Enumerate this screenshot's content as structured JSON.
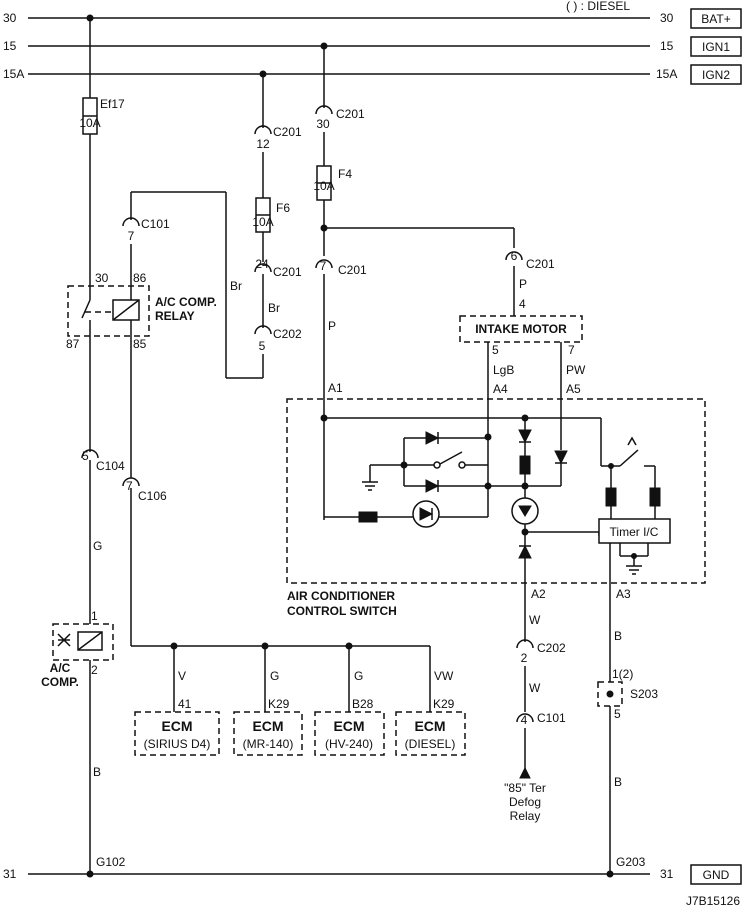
{
  "legend": {
    "diesel_note": "( ) : DIESEL"
  },
  "diagram_id": "J7B15126",
  "rails": [
    {
      "left": "30",
      "right": "30",
      "label": "BAT+"
    },
    {
      "left": "15",
      "right": "15",
      "label": "IGN1"
    },
    {
      "left": "15A",
      "right": "15A",
      "label": "IGN2"
    },
    {
      "left": "31",
      "right": "31",
      "label": "GND"
    }
  ],
  "fuses": {
    "ef17": {
      "name": "Ef17",
      "rating": "10A"
    },
    "f4": {
      "name": "F4",
      "rating": "10A"
    },
    "f6": {
      "name": "F6",
      "rating": "10A"
    }
  },
  "connectors": {
    "c201_30": {
      "pin": "30",
      "name": "C201"
    },
    "c201_12": {
      "pin": "12",
      "name": "C201"
    },
    "c201_24": {
      "pin": "24",
      "name": "C201"
    },
    "c201_7": {
      "pin": "7",
      "name": "C201"
    },
    "c201_6": {
      "pin": "6",
      "name": "C201"
    },
    "c202_5": {
      "pin": "5",
      "name": "C202"
    },
    "c202_2": {
      "pin": "2",
      "name": "C202"
    },
    "c101_7": {
      "pin": "7",
      "name": "C101"
    },
    "c101_4": {
      "pin": "4",
      "name": "C101"
    },
    "c104_5": {
      "pin": "5",
      "name": "C104"
    },
    "c106_7": {
      "pin": "7",
      "name": "C106"
    }
  },
  "relay": {
    "title_line1": "A/C COMP.",
    "title_line2": "RELAY",
    "pin30": "30",
    "pin86": "86",
    "pin87": "87",
    "pin85": "85"
  },
  "compressor": {
    "title_line1": "A/C",
    "title_line2": "COMP.",
    "pin1": "1",
    "pin2": "2"
  },
  "intake_motor": {
    "title": "INTAKE MOTOR",
    "pin4": "4",
    "pin5": "5",
    "pin7": "7"
  },
  "ac_switch": {
    "title_line1": "AIR CONDITIONER",
    "title_line2": "CONTROL SWITCH",
    "timer": "Timer I/C",
    "pins": {
      "a1": "A1",
      "a4": "A4",
      "a5": "A5",
      "a2": "A2",
      "a3": "A3"
    }
  },
  "splice": {
    "name": "S203",
    "pin_top": "1(2)",
    "pin_bottom": "5"
  },
  "grounds": {
    "left": "G102",
    "right": "G203"
  },
  "wires": {
    "br1": "Br",
    "br2": "Br",
    "p1": "P",
    "p2": "P",
    "lgb": "LgB",
    "pw": "PW",
    "g": "G",
    "b1": "B",
    "b2": "B",
    "b3": "B",
    "w1": "W",
    "w2": "W",
    "ecm_v": "V",
    "ecm_g1": "G",
    "ecm_g2": "G",
    "ecm_vw": "VW"
  },
  "ecms": [
    {
      "label": "ECM",
      "variant": "(SIRIUS D4)",
      "pin": "41"
    },
    {
      "label": "ECM",
      "variant": "(MR-140)",
      "pin": "K29"
    },
    {
      "label": "ECM",
      "variant": "(HV-240)",
      "pin": "B28"
    },
    {
      "label": "ECM",
      "variant": "(DIESEL)",
      "pin": "K29"
    }
  ],
  "defog_relay": {
    "line1": "\"85\" Ter",
    "line2": "Defog",
    "line3": "Relay"
  }
}
